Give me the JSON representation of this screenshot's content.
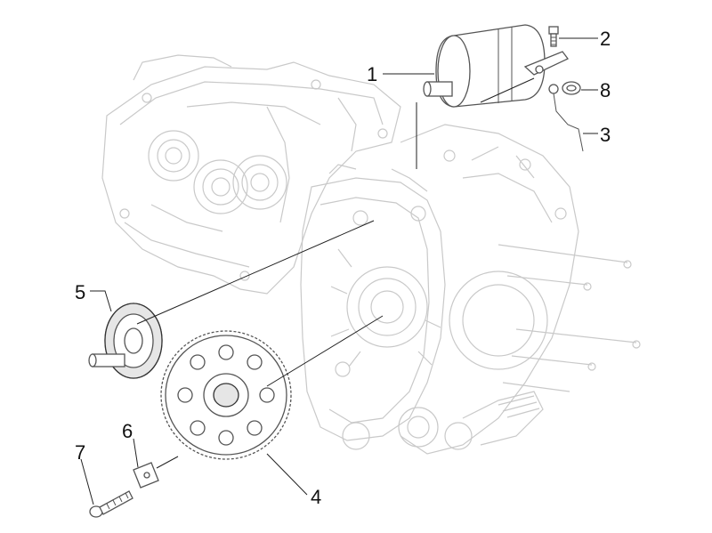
{
  "callouts": {
    "c1": "1",
    "c2": "2",
    "c3": "3",
    "c4": "4",
    "c5": "5",
    "c6": "6",
    "c7": "7",
    "c8": "8"
  },
  "colors": {
    "ghost_outline": "#c9c9c9",
    "part_outline": "#555555",
    "leader": "#222222"
  }
}
